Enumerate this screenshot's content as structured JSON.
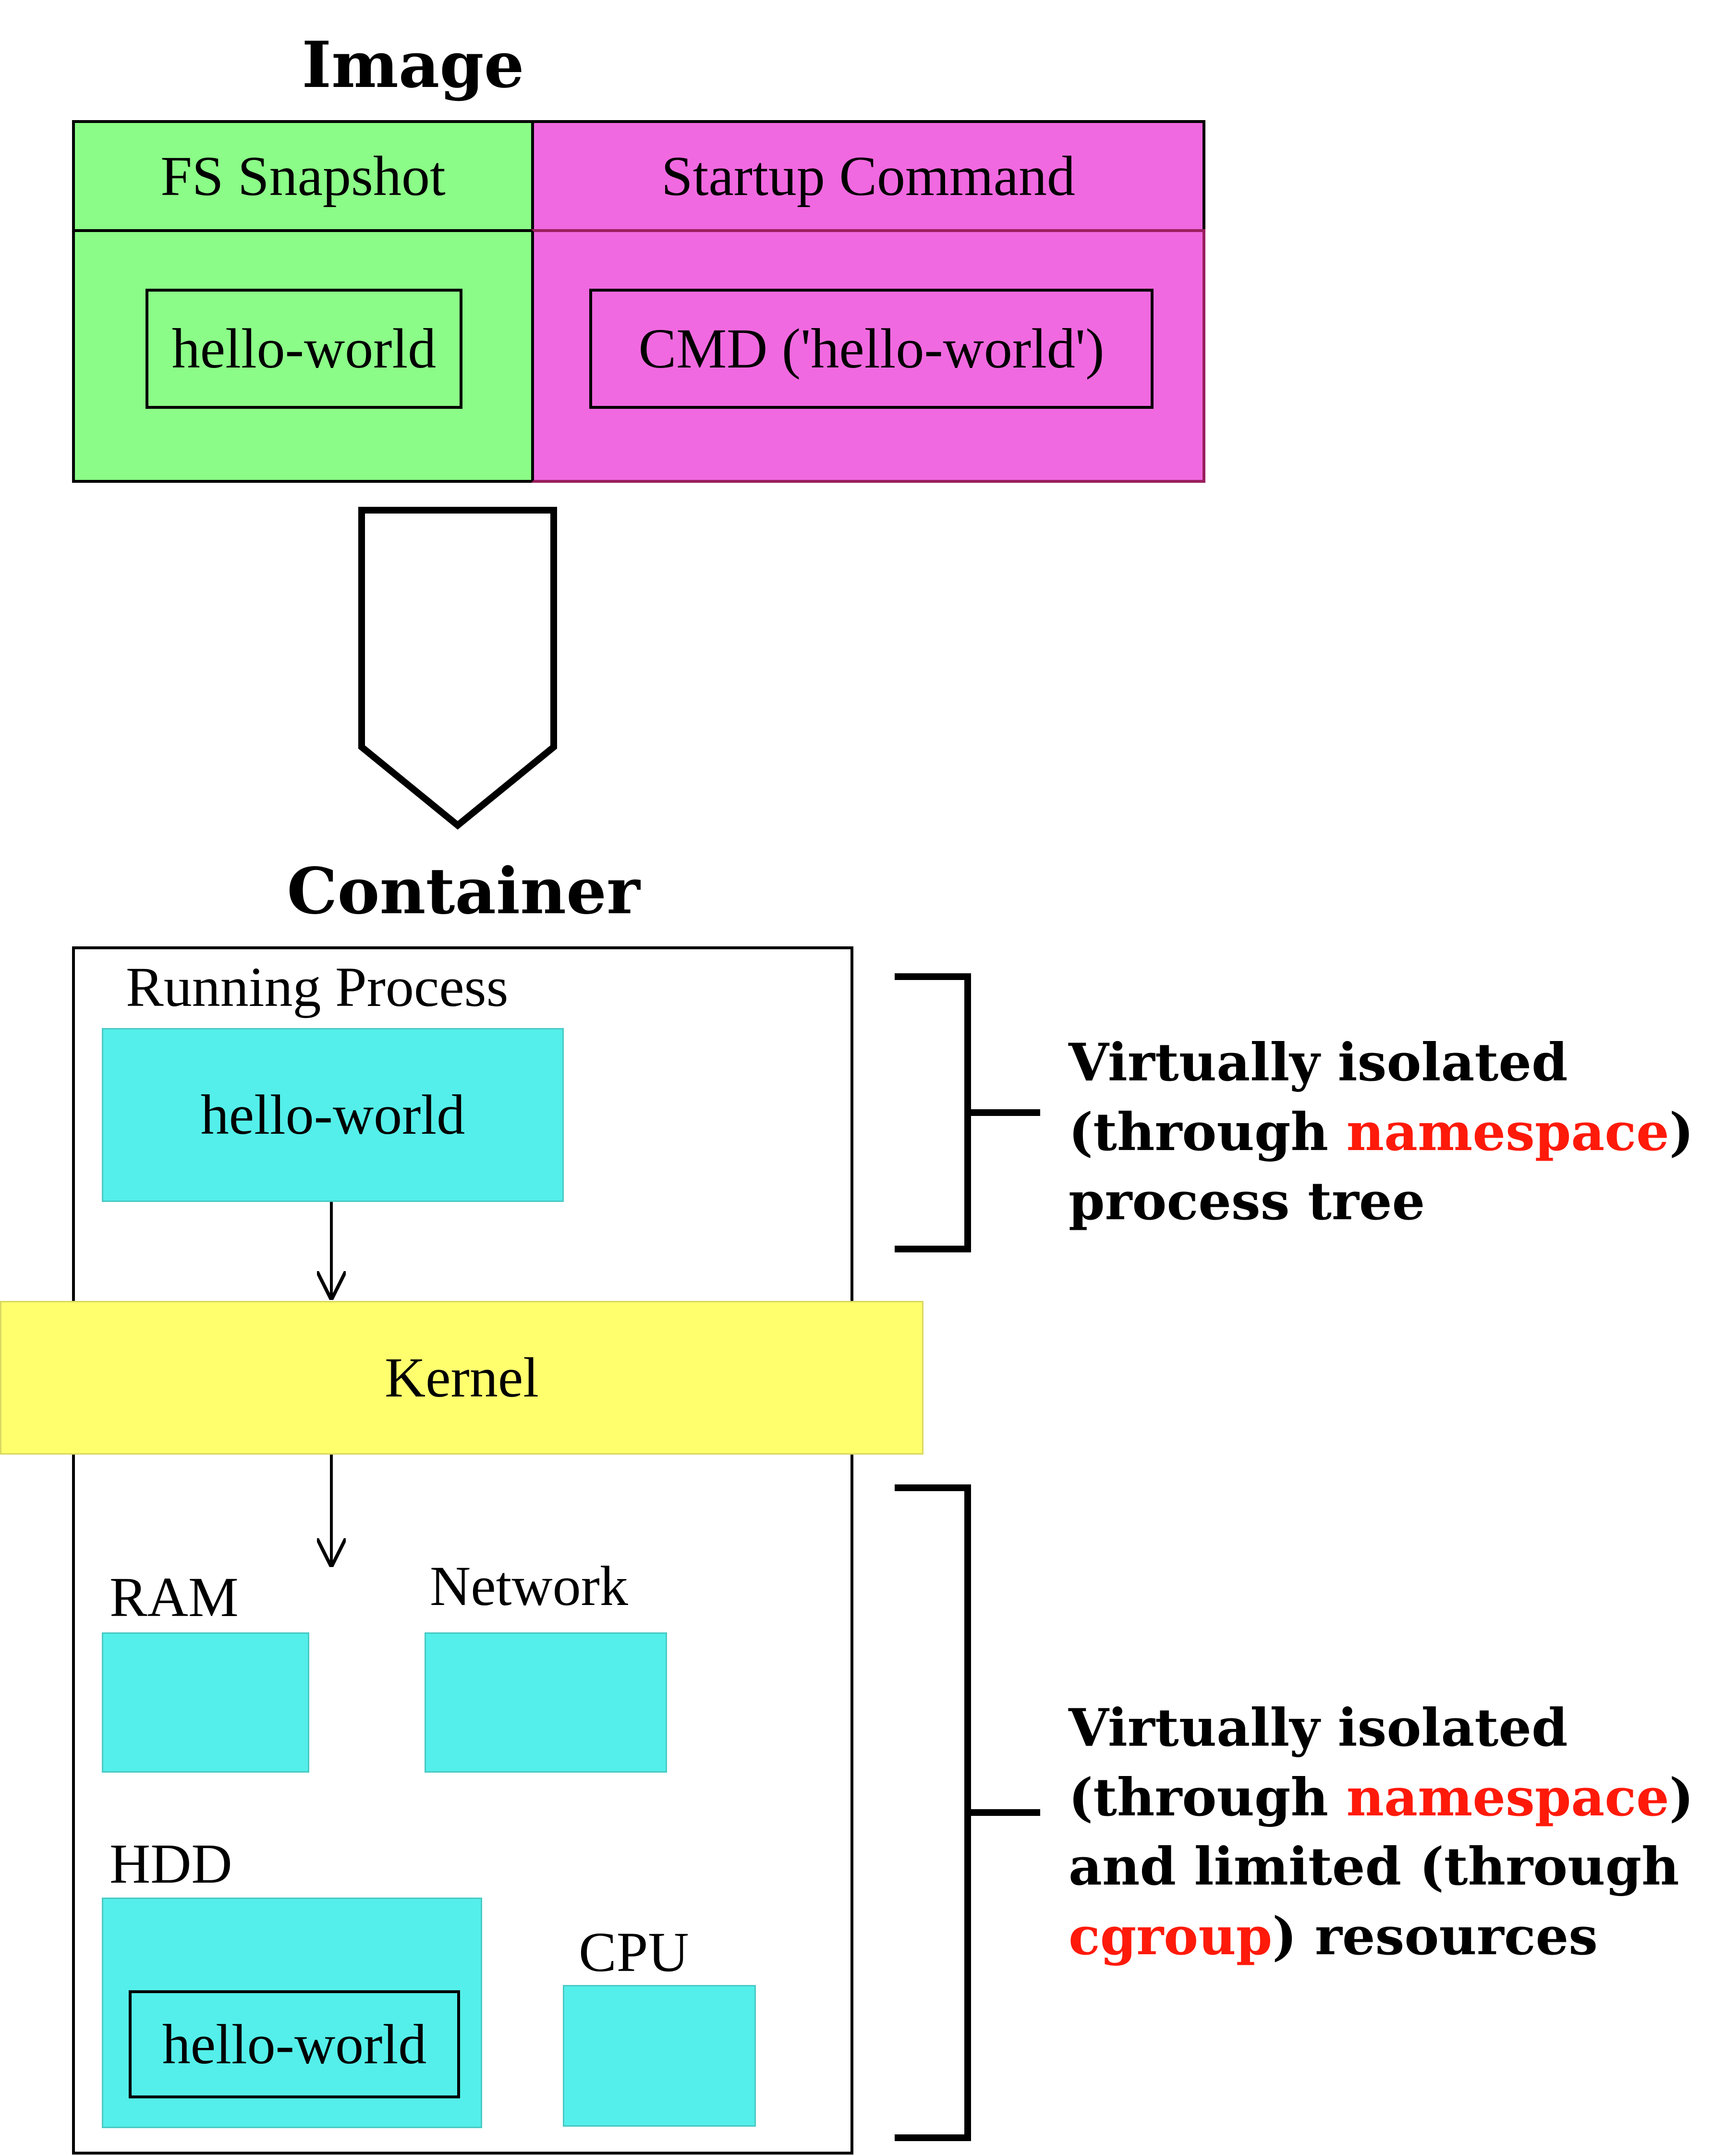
{
  "image_section": {
    "title": "Image",
    "fs_snapshot": {
      "header": "FS Snapshot",
      "content": "hello-world"
    },
    "startup_command": {
      "header": "Startup Command",
      "content": "CMD ('hello-world')"
    }
  },
  "container_section": {
    "title": "Container",
    "running_process": {
      "label": "Running Process",
      "process": "hello-world"
    },
    "kernel": "Kernel",
    "resources": {
      "ram": "RAM",
      "network": "Network",
      "hdd": {
        "label": "HDD",
        "content": "hello-world"
      },
      "cpu": "CPU"
    }
  },
  "notes": {
    "process_tree": {
      "line1": "Virtually isolated",
      "line2_pre": "(through ",
      "line2_hl": "namespace",
      "line2_post": ")",
      "line3": "process tree"
    },
    "resources": {
      "line1": "Virtually isolated",
      "line2_pre": "(through ",
      "line2_hl": "namespace",
      "line2_post": ")",
      "line3": "and limited (through",
      "line4_hl": "cgroup",
      "line4_post": ") resources"
    }
  },
  "colors": {
    "fs_snapshot": "#8bfc87",
    "startup_command": "#f169e0",
    "resource_box": "#54efea",
    "kernel": "#ffff6e",
    "highlight": "#ff1a0a"
  }
}
